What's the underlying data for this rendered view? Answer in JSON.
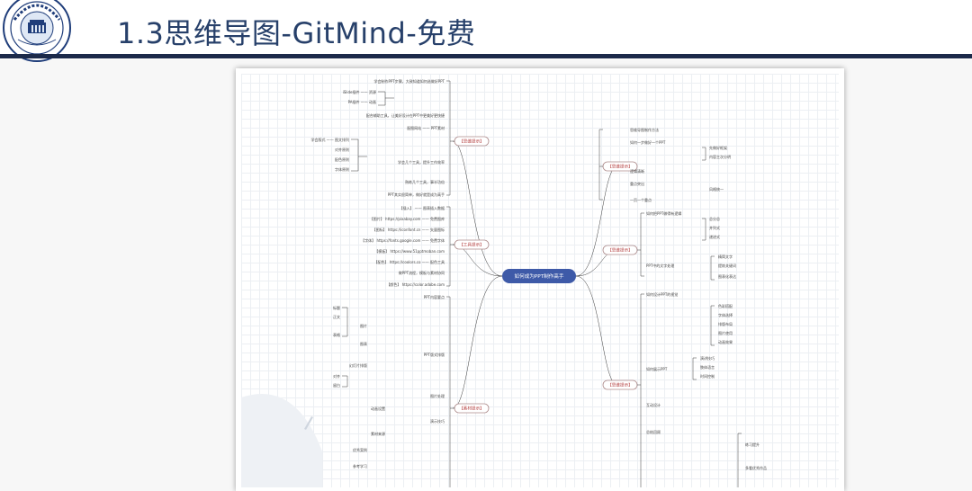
{
  "header": {
    "title": "1.3思维导图-GitMind-免费"
  },
  "mindmap": {
    "root": "如何成为PPT制作高手",
    "branches": {
      "left": [
        "【思维提示】",
        "【工具提示】",
        "【素材提示】"
      ],
      "right": [
        "【思维提示】",
        "【思维提示】",
        "【思维提示】"
      ]
    },
    "left_top_leaves": [
      "学会制作PPT步骤，大致知道如何选做好PPT",
      "iSlide插件 —— 资源",
      "PA插件 —— 动画",
      "配合辅助工具，让美好设计在PPT中更美好更快捷",
      "配图网站 —— PPT素材",
      "学会版式 —— 图文排列",
      "对齐原则",
      "配色原则",
      "字体原则",
      "学会几个工具，提升工作效率",
      "熟练几个工具，事半功倍",
      "PPT其实很简单，做好就是成为高手"
    ],
    "left_mid_leaves": [
      "【插入】 —— 图表插入数据",
      "【图片】 https://pixabay.com —— 免费图库",
      "【图标】 https://iconfont.cn —— 矢量图标",
      "【字体】 https://fonts.google.com —— 免费字体",
      "【模板】 https://www.51pptmoban.com",
      "【配色】 https://coolors.co —— 配色工具",
      "做PPT流程，模板与素材协同",
      "【颜色】 https://color.adobe.com"
    ],
    "left_low_leaves": [
      "PPT内容要点",
      "标题",
      "正文",
      "图片",
      "表格",
      "图表",
      "PPT版式排版",
      "幻灯片排版",
      "对齐",
      "留白",
      "图片处理",
      "动画设置",
      "演示技巧",
      "素材来源",
      "优秀案例",
      "参考学习"
    ],
    "right_top_leaves": [
      "思维导图制作方法",
      "如何一步做好一个PPT",
      "先做好框架",
      "内容主次分明",
      "逻辑清晰",
      "重点突出",
      "风格统一",
      "一页一个重点"
    ],
    "right_mid_leaves": [
      "如何把PPT做得有逻辑",
      "总分总",
      "并列式",
      "递进式",
      "PPT中的文字处理",
      "精简文字",
      "提炼关键词",
      "图表化表达"
    ],
    "right_low_leaves": [
      "如何设计PPT的视觉",
      "色彩搭配",
      "字体选择",
      "排版布局",
      "图片使用",
      "动画效果",
      "如何展示PPT",
      "演讲技巧",
      "肢体语言",
      "时间控制",
      "互动设计",
      "总结回顾",
      "练习提升",
      "多看优秀作品"
    ]
  }
}
